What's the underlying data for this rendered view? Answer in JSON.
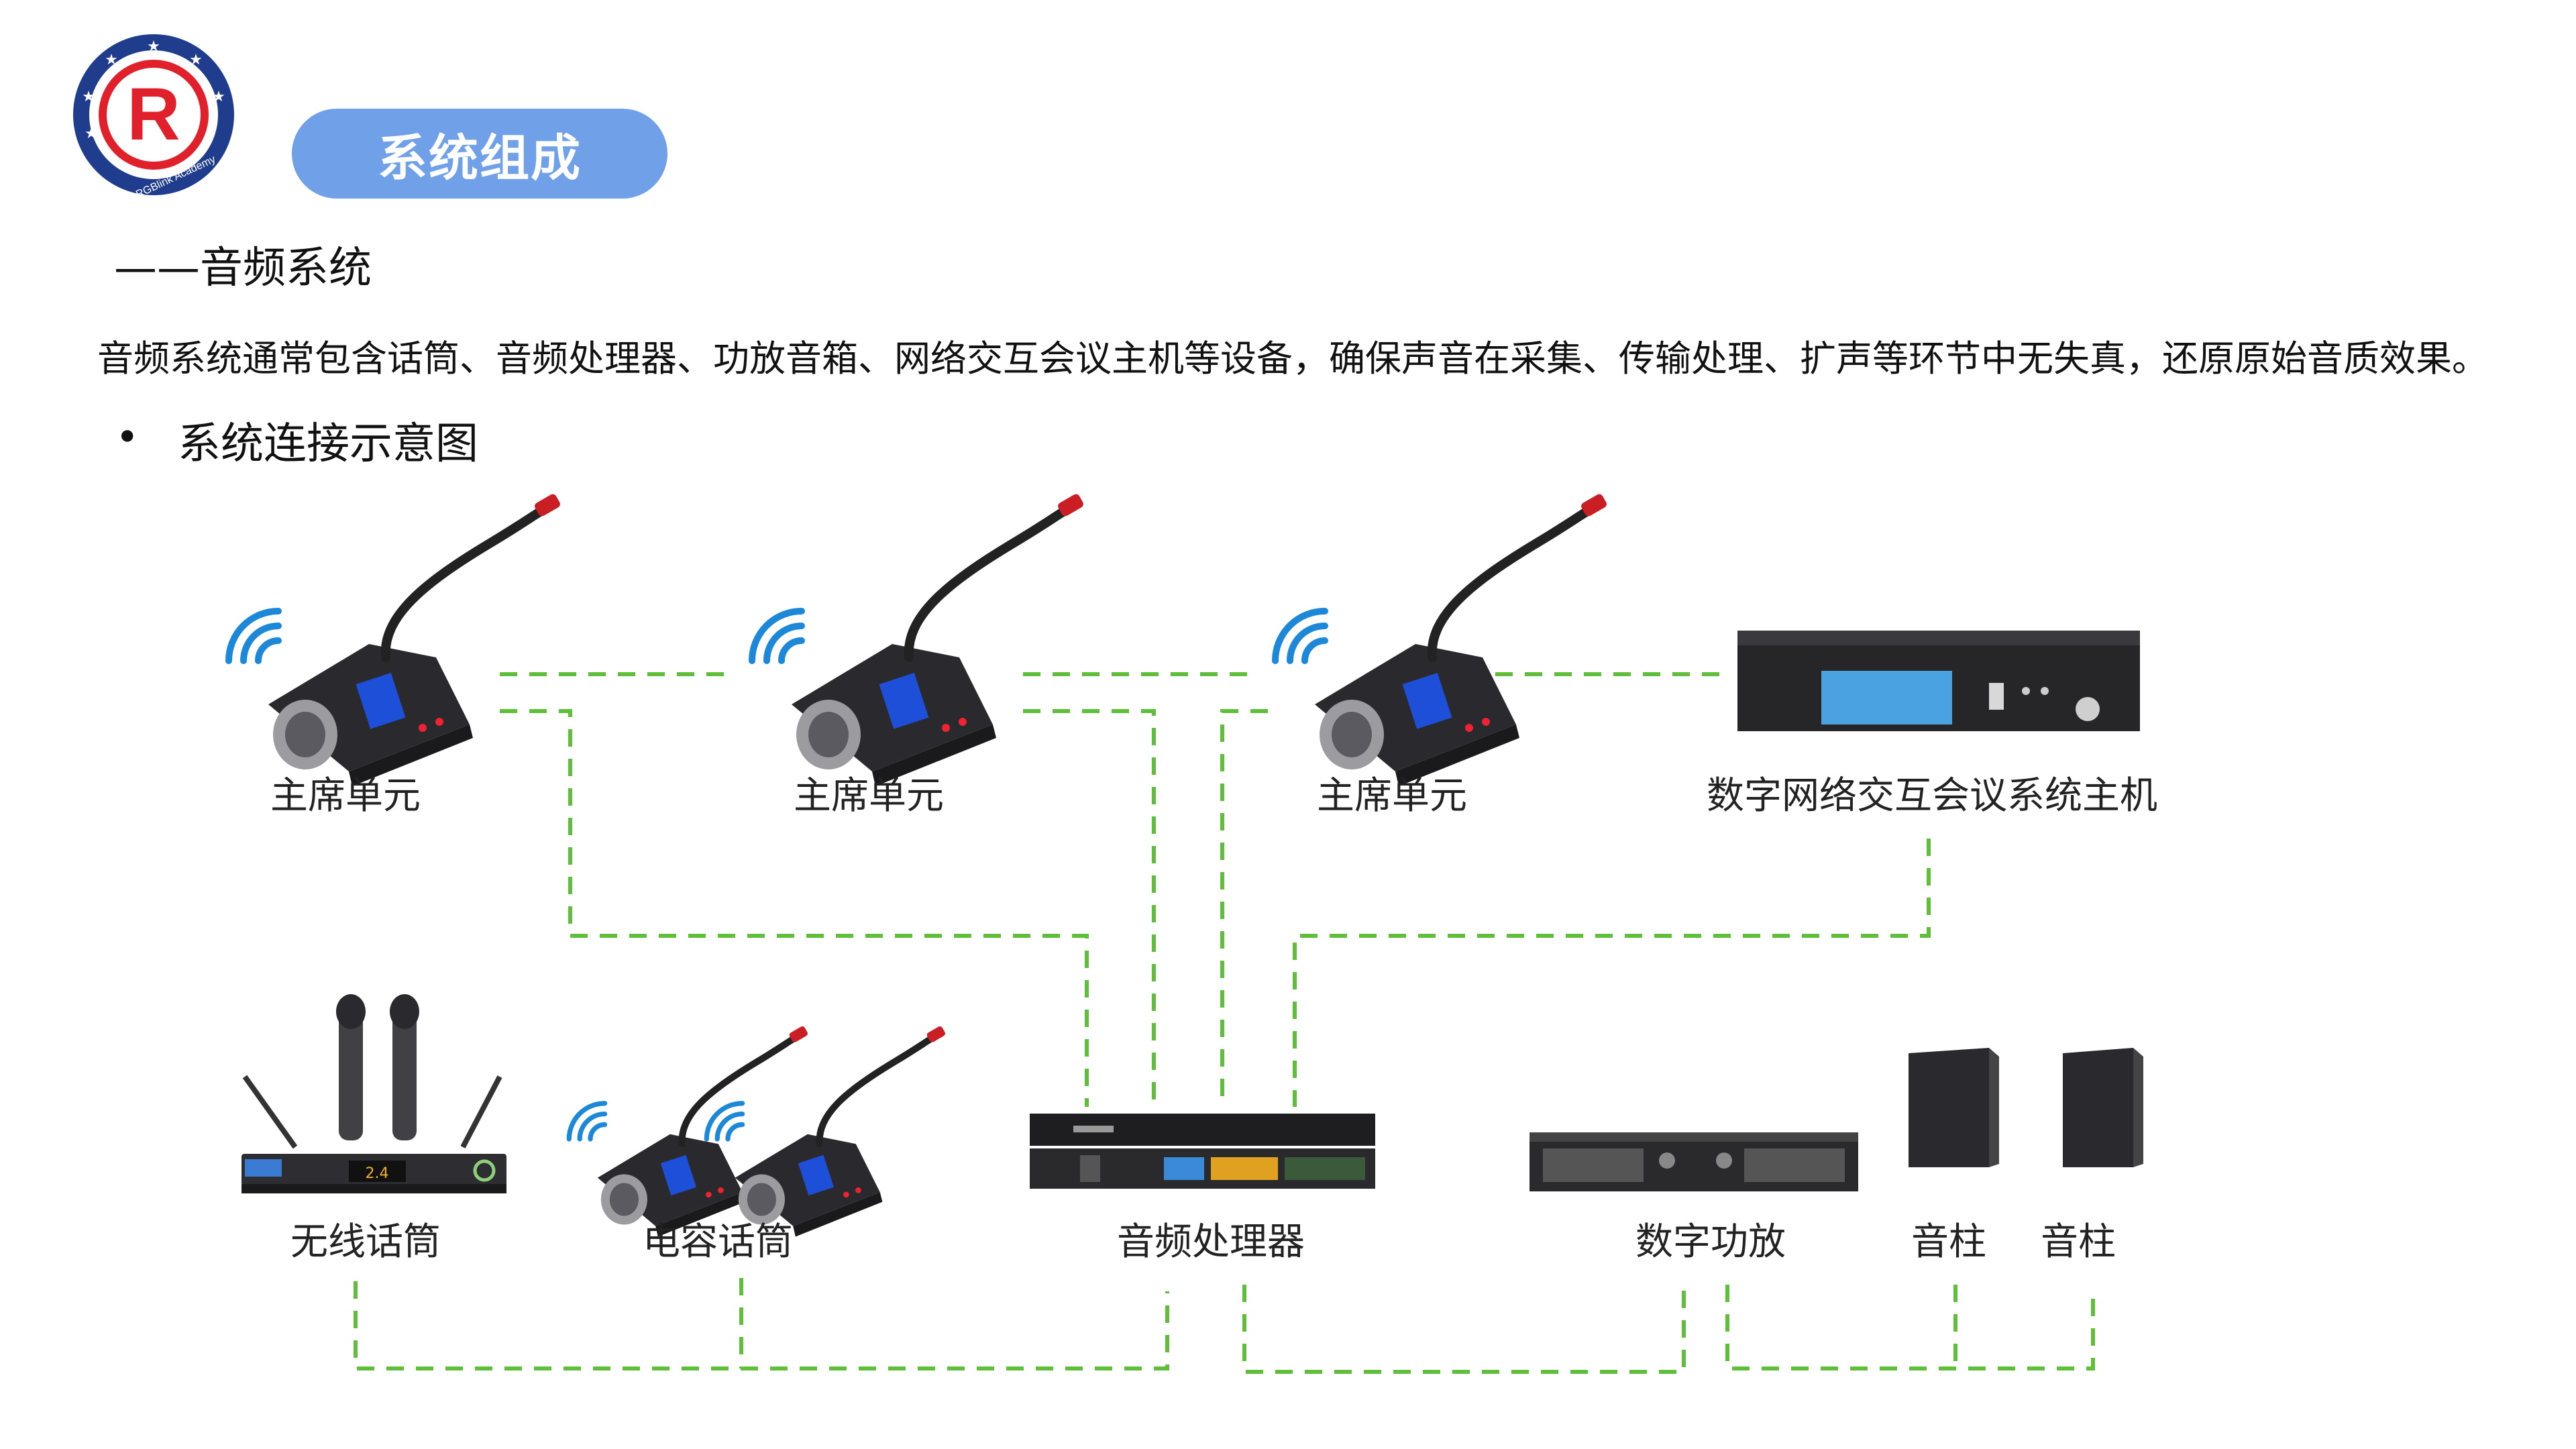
{
  "header": {
    "title": "系统组成",
    "logo_text": "RGBlink Academy",
    "logo_letter": "R"
  },
  "subtitle": "——音频系统",
  "description": "音频系统通常包含话筒、音频处理器、功放音箱、网络交互会议主机等设备，确保声音在采集、传输处理、扩声等环节中无失真，还原原始音质效果。",
  "section": {
    "bullet": "•",
    "heading": "系统连接示意图"
  },
  "diagram": {
    "devices": {
      "chair_unit_1": "主席单元",
      "chair_unit_2": "主席单元",
      "chair_unit_3": "主席单元",
      "conference_host": "数字网络交互会议系统主机",
      "wireless_mic": "无线话筒",
      "condenser_mic": "电容话筒",
      "audio_processor": "音频处理器",
      "digital_amp": "数字功放",
      "speaker_1": "音柱",
      "speaker_2": "音柱"
    },
    "colors": {
      "wire": "#5fbf3a",
      "pill": "#6fa0e8",
      "logo_ring": "#1f3d8c",
      "logo_red": "#e0202a"
    }
  }
}
